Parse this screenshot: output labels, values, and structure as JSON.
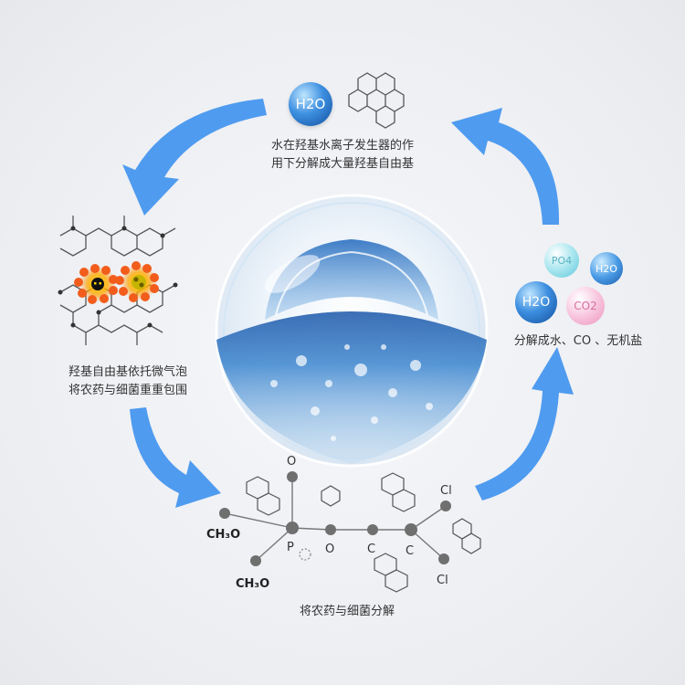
{
  "steps": [
    {
      "line1": "水在羟基水离子发生器的作",
      "line2": "用下分解成大量羟基自由基"
    },
    {
      "line1": "羟基自由基依托微气泡",
      "line2": "将农药与细菌重重包围"
    },
    {
      "line1": "将农药与细菌分解",
      "line2": ""
    },
    {
      "line1": "分解成水、CO 、无机盐",
      "line2": ""
    }
  ],
  "molecules": {
    "top_h2o": "H2O",
    "h2o_large": "H2O",
    "h2o_small": "H2O",
    "po4": "PO4",
    "co2": "CO2"
  },
  "structure_labels": {
    "o_top": "O",
    "ch3o_a": "CH₃O",
    "ch3o_b": "CH₃O",
    "p": "P",
    "o_mid": "O",
    "c1": "C",
    "c2": "C",
    "cl_top": "Cl",
    "cl_bottom": "Cl"
  },
  "colors": {
    "arrow": "#4f9bef",
    "h2o_ball": "#1f6fc8",
    "po4_ball": "#7fd7e6",
    "co2_ball": "#f3a9cc",
    "particle": "#f25d1c"
  }
}
